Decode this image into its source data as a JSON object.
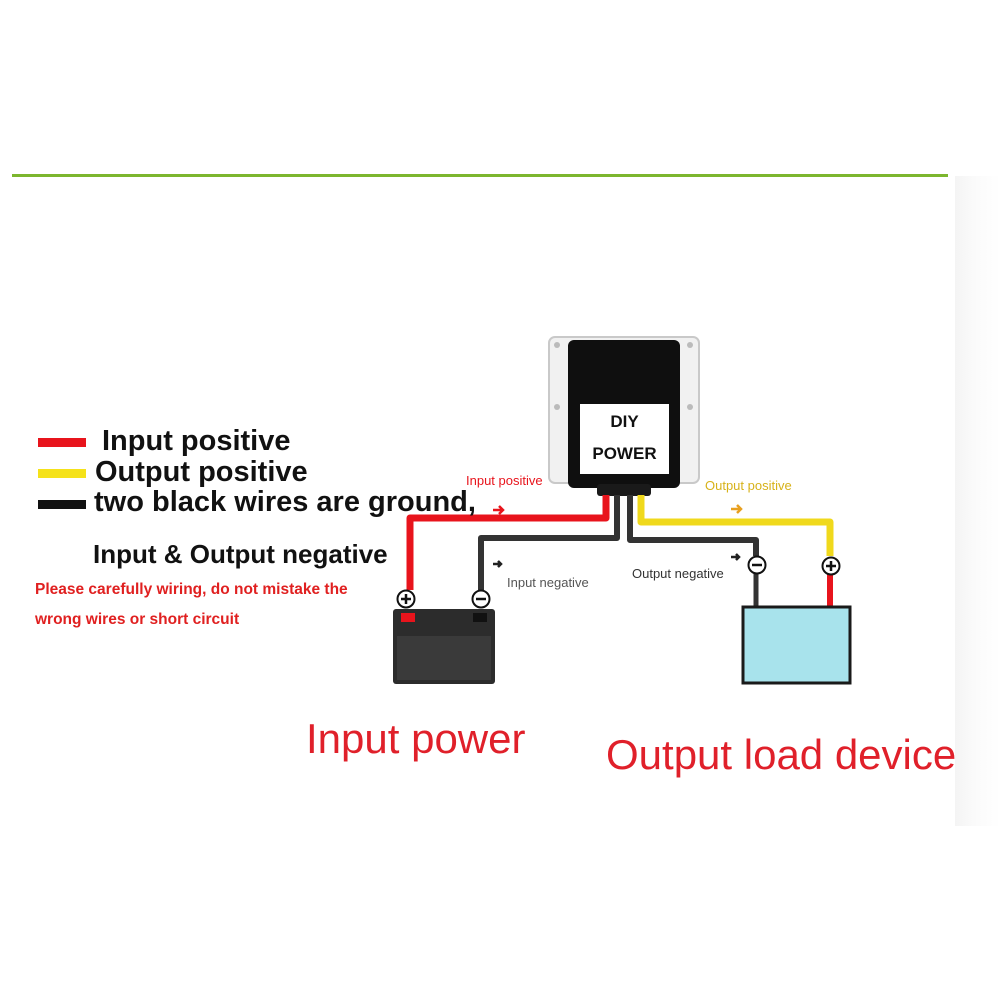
{
  "legend": {
    "items": [
      {
        "color": "#e8141c",
        "label": "Input positive"
      },
      {
        "color": "#f5e21a",
        "label": "Output positive"
      },
      {
        "color": "#111111",
        "label": "two black wires are ground,"
      }
    ],
    "note": "Input & Output negative"
  },
  "warning": {
    "line1": "Please carefully wiring, do not mistake the",
    "line2": "wrong wires or short circuit"
  },
  "module": {
    "line1": "DIY",
    "line2": "POWER"
  },
  "wires": {
    "input_positive": {
      "label": "Input positive",
      "color": "#e8141c"
    },
    "input_negative": {
      "label": "Input negative",
      "color": "#333333"
    },
    "output_positive": {
      "label": "Output positive",
      "color": "#d7b21a"
    },
    "output_negative": {
      "label": "Output negative",
      "color": "#333333"
    }
  },
  "devices": {
    "input_power": "Input power",
    "output_load": "Output load device"
  },
  "colors": {
    "divider": "#7cb62e",
    "battery_body": "#2c2c2c",
    "load_body": "#a8e3ec",
    "heading_red": "#e0202a"
  }
}
